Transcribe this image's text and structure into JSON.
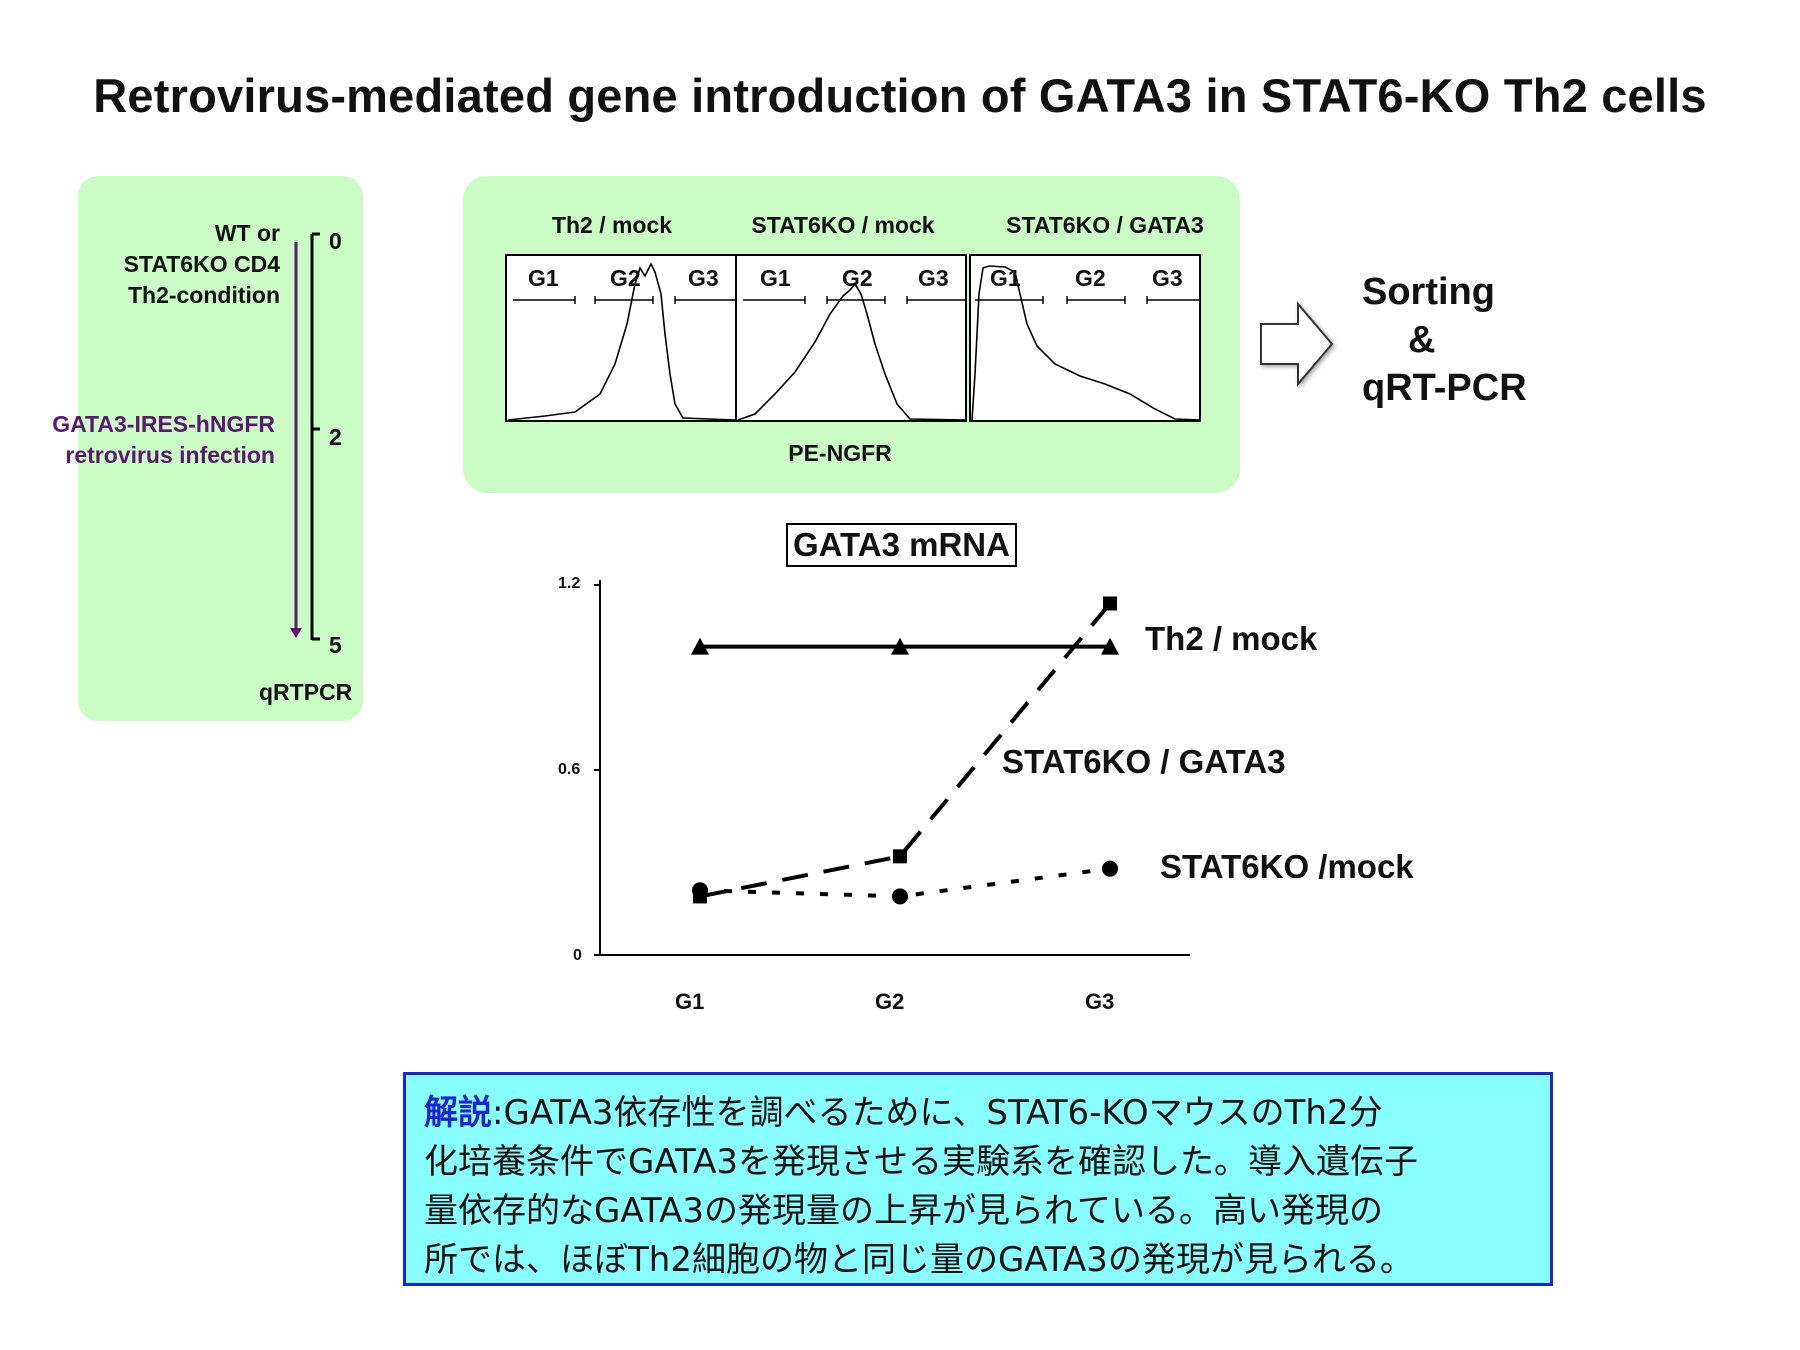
{
  "title": "Retrovirus-mediated gene introduction of GATA3 in STAT6-KO Th2 cells",
  "timeline": {
    "start_lines": [
      "WT or",
      "STAT6KO  CD4",
      "Th2-condition"
    ],
    "infection_lines": [
      "GATA3-IRES-hNGFR",
      "retrovirus infection"
    ],
    "days": [
      "0",
      "2",
      "5"
    ],
    "endpoint": "qRTPCR",
    "infection_color": "#5a1872",
    "arrow_color": "#5a1872"
  },
  "histograms": {
    "panels": [
      {
        "title": "Th2 / mock",
        "gates": [
          "G1",
          "G2",
          "G3"
        ]
      },
      {
        "title": "STAT6KO / mock",
        "gates": [
          "G1",
          "G2",
          "G3"
        ]
      },
      {
        "title": "STAT6KO / GATA3",
        "gates": [
          "G1",
          "G2",
          "G3"
        ]
      }
    ],
    "xlabel": "PE-NGFR"
  },
  "sorting": {
    "lines": [
      "Sorting",
      "&",
      "qRT-PCR"
    ]
  },
  "chart_data": {
    "type": "line",
    "title": "GATA3 mRNA",
    "categories": [
      "G1",
      "G2",
      "G3"
    ],
    "yticks": [
      "1.2",
      "0.6",
      "0"
    ],
    "ylim": [
      0,
      1.2
    ],
    "series": [
      {
        "name": "Th2 / mock",
        "values": [
          1.0,
          1.0,
          1.0
        ],
        "marker": "triangle",
        "line": "solid"
      },
      {
        "name": "STAT6KO / GATA3",
        "values": [
          0.19,
          0.32,
          1.14
        ],
        "marker": "square",
        "line": "dashed"
      },
      {
        "name": "STAT6KO /mock",
        "values": [
          0.21,
          0.19,
          0.28
        ],
        "marker": "circle",
        "line": "dotted"
      }
    ],
    "grid": false
  },
  "note": {
    "heading": "解説",
    "separator": ":",
    "text": "GATA3依存性を調べるために、STAT6-KOマウスのTh2分化培養条件でGATA3を発現させる実験系を確認した。導入遺伝子量依存的なGATA3の発現量の上昇が見られている。高い発現の所では、ほぼTh2細胞の物と同じ量のGATA3の発現が見られる。",
    "lines": [
      "GATA3依存性を調べるために、STAT6-KOマウスのTh2分",
      "化培養条件でGATA3を発現させる実験系を確認した。導入遺伝子",
      "量依存的なGATA3の発現量の上昇が見られている。高い発現の",
      "所では、ほぼTh2細胞の物と同じ量のGATA3の発現が見られる。"
    ],
    "heading_color": "#1a24d6",
    "background": "#88fefe"
  }
}
